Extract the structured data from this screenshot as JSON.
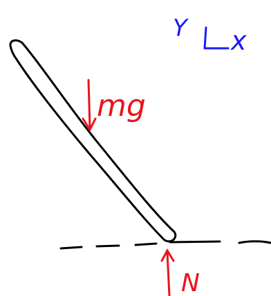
{
  "colors": {
    "background": "#ffffff",
    "ink": "#000000",
    "force": "#e8141c",
    "axes": "#1a1aff"
  },
  "axes": {
    "y_label": "Y",
    "x_label": "x"
  },
  "forces": {
    "weight_label": "mg",
    "normal_label": "N"
  },
  "shapes": {
    "rod": "rod-outline",
    "ground": "dashed-ground-line",
    "weight_arrow": "arrow-down",
    "normal_arrow": "arrow-up"
  }
}
